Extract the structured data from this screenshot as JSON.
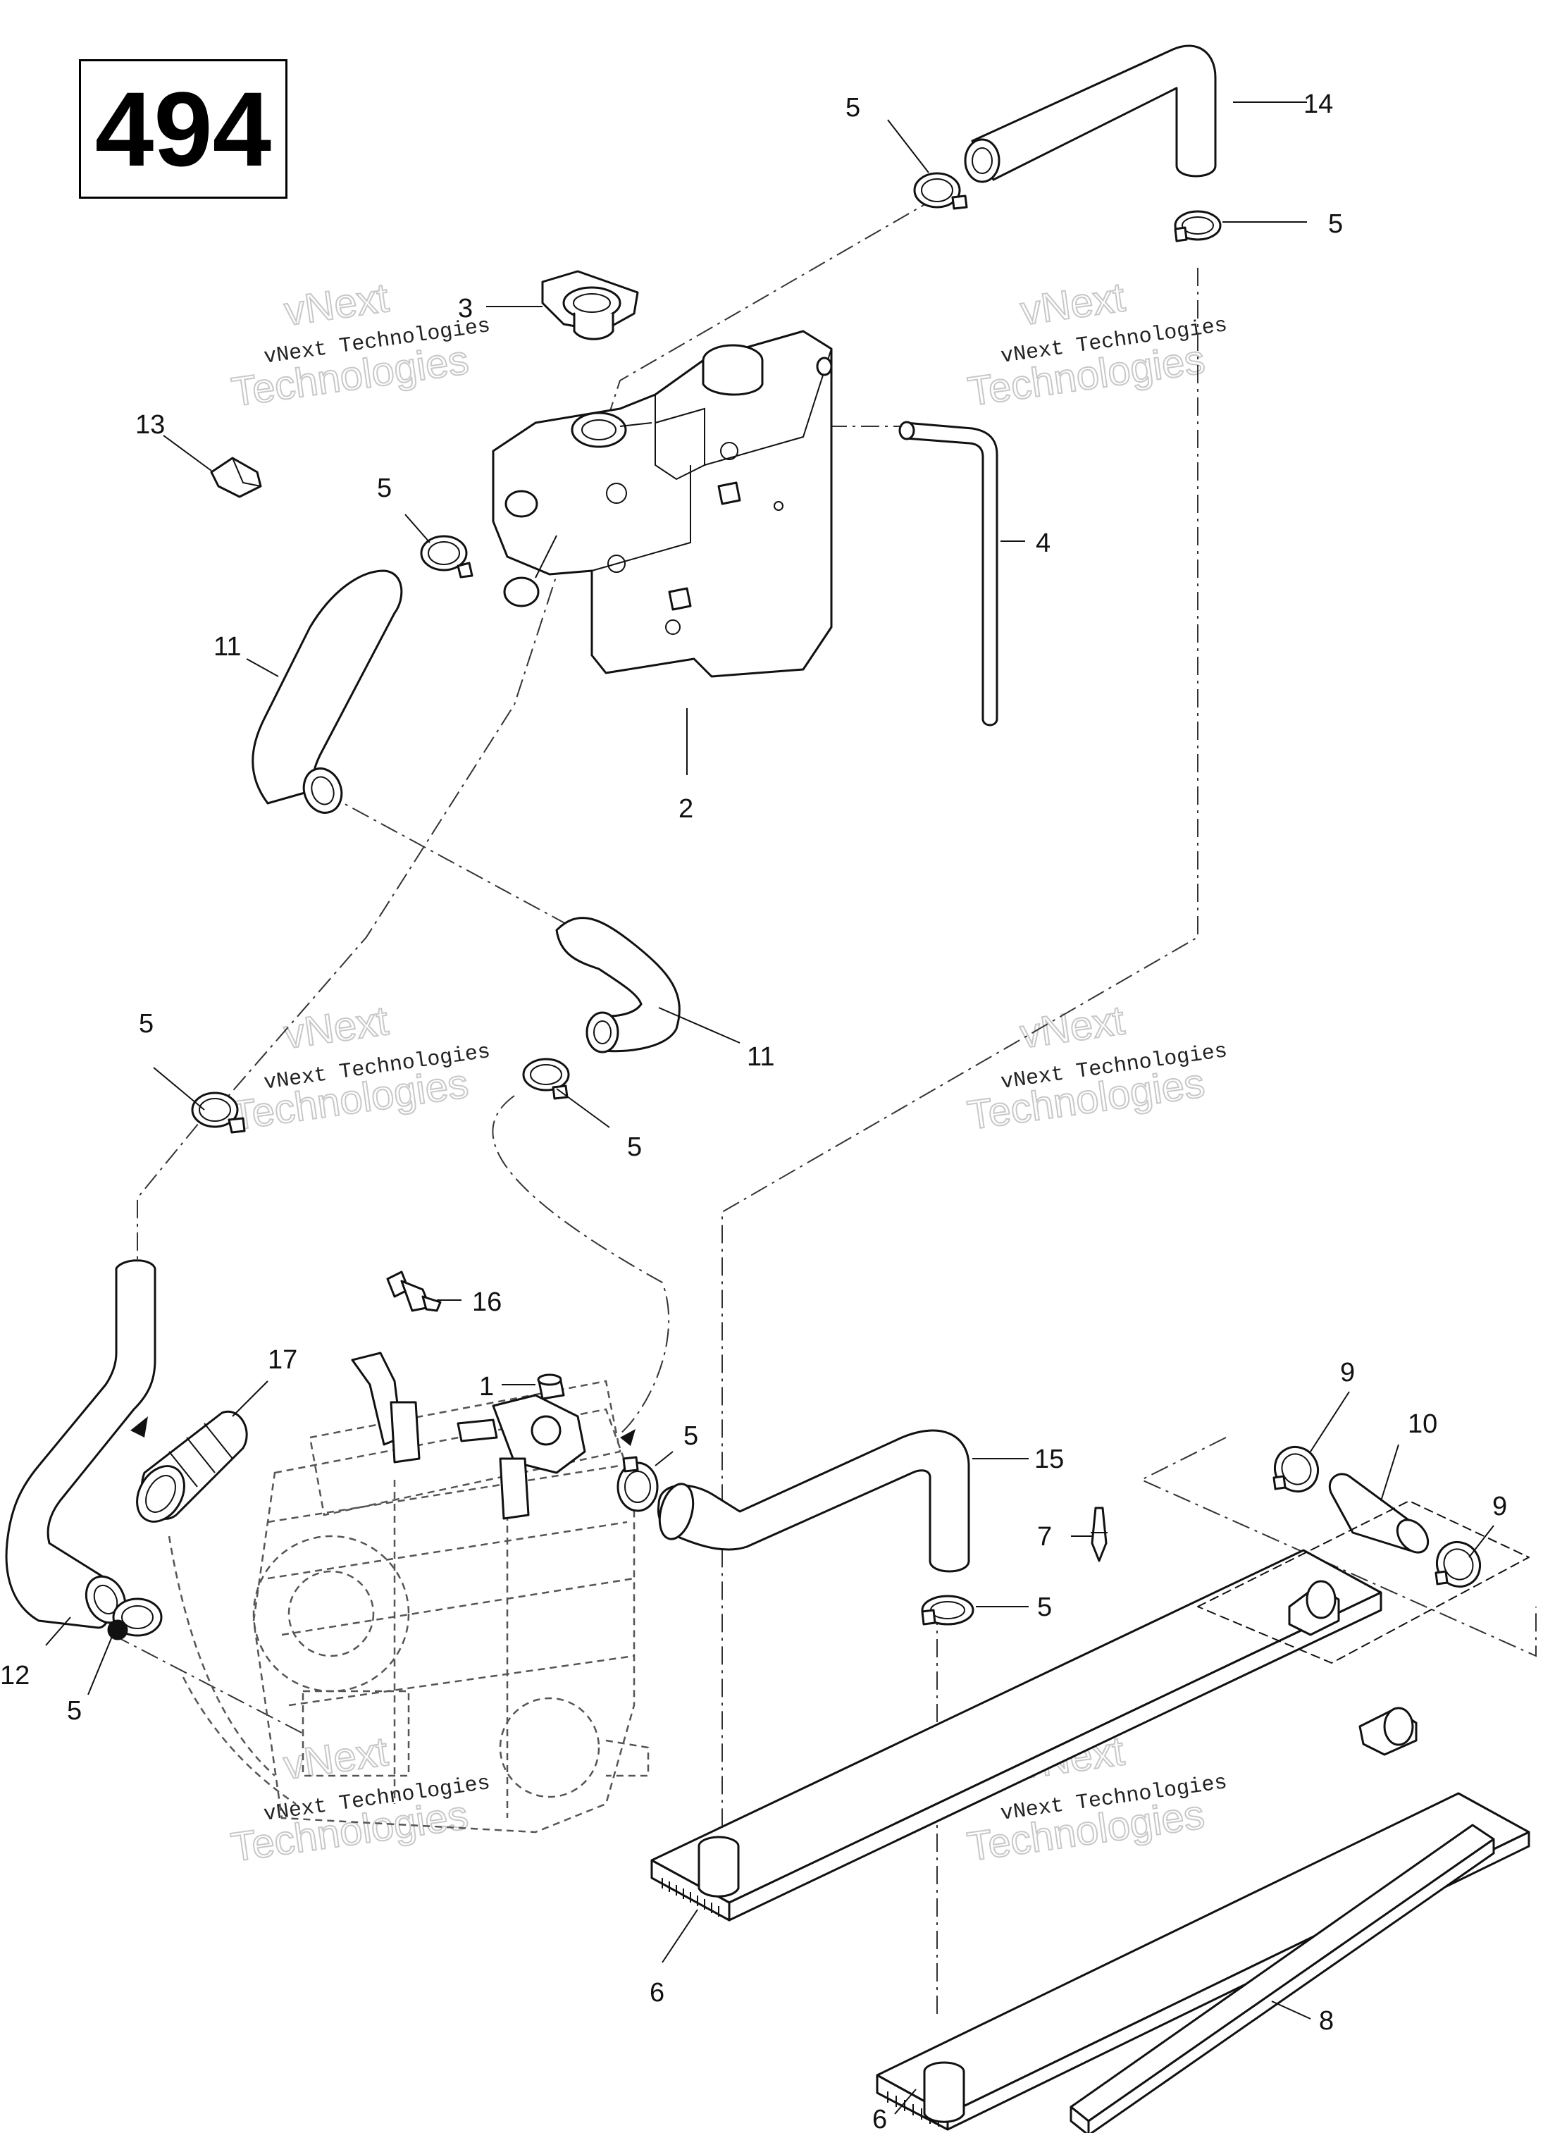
{
  "page_number": "494",
  "watermark": {
    "line1": "vNext Technologies",
    "line2": "vNext",
    "line3": "Technologies"
  },
  "callouts": {
    "c1": "1",
    "c2": "2",
    "c3": "3",
    "c4": "4",
    "c5": "5",
    "c6": "6",
    "c7": "7",
    "c8": "8",
    "c9": "9",
    "c10": "10",
    "c11": "11",
    "c12": "12",
    "c13": "13",
    "c14": "14",
    "c15": "15",
    "c16": "16",
    "c17": "17"
  },
  "colors": {
    "line": "#111111",
    "watermark_outline": "#c8c8c8",
    "background": "#ffffff"
  }
}
